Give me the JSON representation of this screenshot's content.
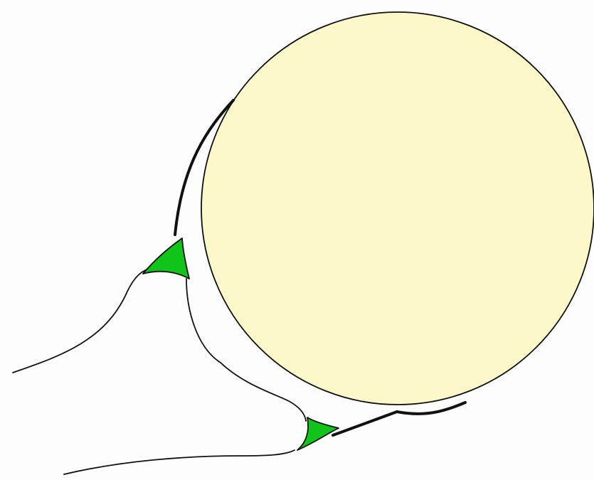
{
  "diagram": {
    "colors": {
      "background": "#fdfdfd",
      "circle_fill": "#fcf8c9",
      "stroke": "#111111",
      "accent_green": "#11c41a"
    },
    "elements": [
      "large-circle",
      "upper-thick-arc",
      "lower-thick-arc",
      "upper-green-wedge",
      "lower-green-wedge",
      "upper-left-curve",
      "lower-left-curve",
      "middle-connecting-curve"
    ]
  }
}
